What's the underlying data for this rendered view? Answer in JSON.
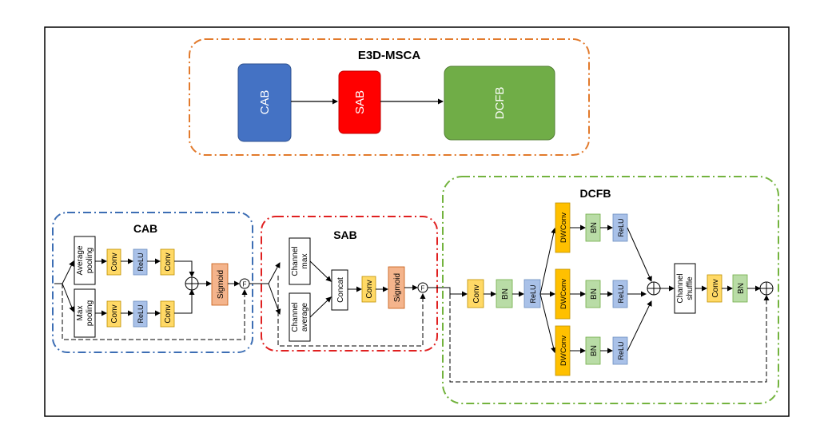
{
  "colors": {
    "orange": "#E27A2C",
    "blue": "#3D6EB4",
    "red": "#E02020",
    "green": "#73B33E",
    "cab_fill": "#4472C4",
    "sab_fill": "#FF0000",
    "dcfb_fill": "#70AD47",
    "conv": "#FFD966",
    "relu": "#A9C1E8",
    "bn": "#B9DCA6",
    "sigmoid": "#F4B48C",
    "dwconv": "#FFC000"
  },
  "top": {
    "title": "E3D-MSCA",
    "blocks": {
      "cab": "CAB",
      "sab": "SAB",
      "dcfb": "DCFB"
    }
  },
  "cab": {
    "title": "CAB",
    "avg_pool": [
      "Average",
      "pooling"
    ],
    "max_pool": [
      "Max",
      "pooling"
    ],
    "conv": "Conv",
    "relu": "ReLU",
    "sigmoid": "Sigmoid",
    "f": "F"
  },
  "sab": {
    "title": "SAB",
    "channel_max": [
      "Channel",
      "max"
    ],
    "channel_avg": [
      "Channel",
      "average"
    ],
    "concat": "Concat",
    "conv": "Conv",
    "sigmoid": "Sigmoid",
    "f": "F"
  },
  "dcfb": {
    "title": "DCFB",
    "conv": "Conv",
    "bn": "BN",
    "relu": "ReLU",
    "dwconv": "DWConv",
    "shuffle": [
      "Channel",
      "shuffle"
    ]
  }
}
